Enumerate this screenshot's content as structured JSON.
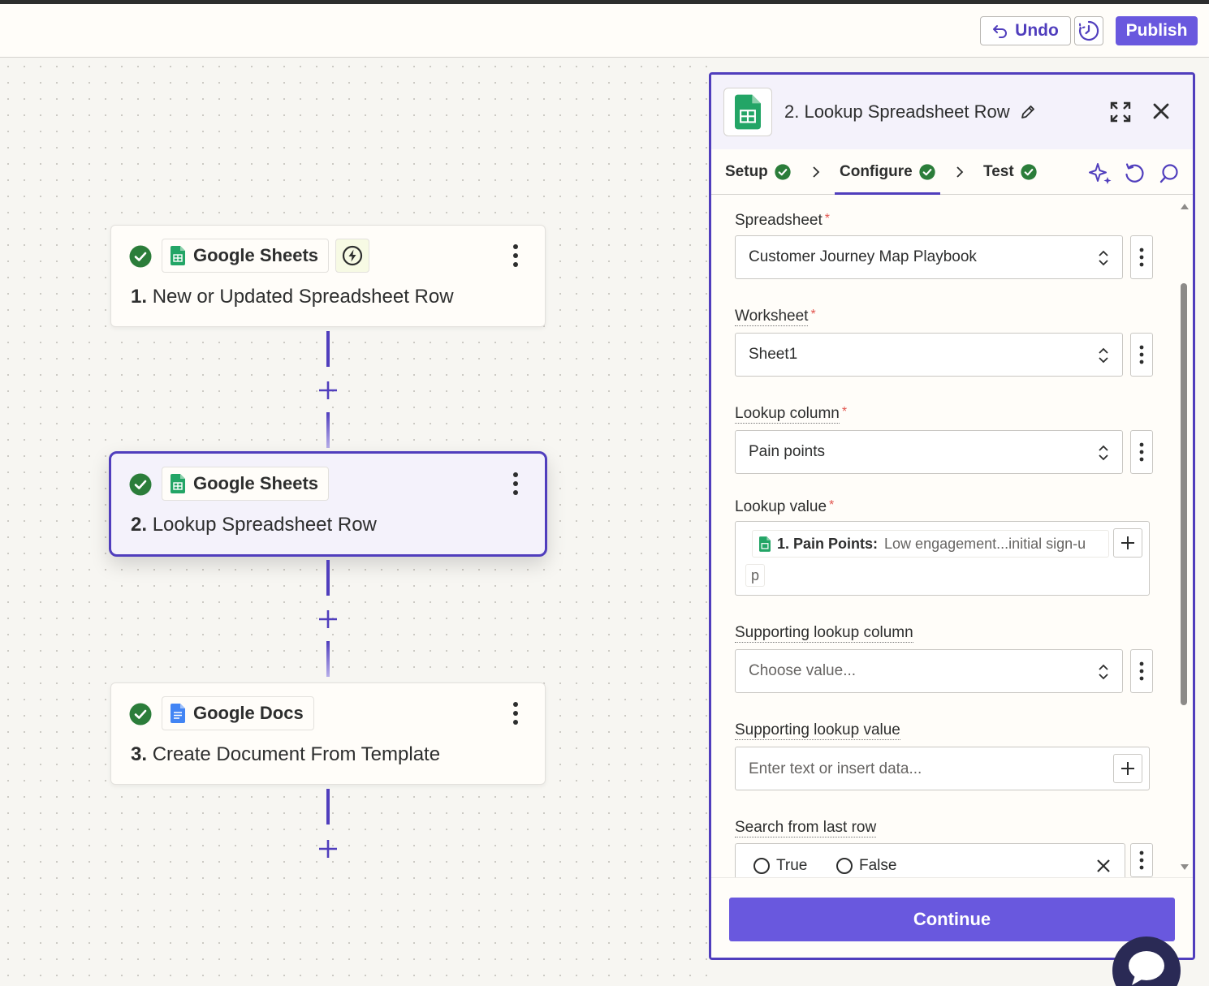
{
  "colors": {
    "brand": "#503ebd",
    "publish": "#6958de",
    "check": "#2b7d3a",
    "sheets": "#23a566",
    "docs": "#4285f4",
    "required": "#e2544e"
  },
  "topbar": {
    "undo_label": "Undo",
    "history_icon": "history-clock-icon",
    "publish_label": "Publish"
  },
  "steps": [
    {
      "app": "Google Sheets",
      "num": "1.",
      "title": "New or Updated Spreadsheet Row",
      "trigger_icon": "bolt-icon",
      "status": "complete"
    },
    {
      "app": "Google Sheets",
      "num": "2.",
      "title": "Lookup Spreadsheet Row",
      "status": "complete",
      "selected": true
    },
    {
      "app": "Google Docs",
      "num": "3.",
      "title": "Create Document From Template",
      "status": "complete"
    }
  ],
  "panel": {
    "title": "2. Lookup Spreadsheet Row",
    "tabs": [
      {
        "label": "Setup",
        "status": "complete"
      },
      {
        "label": "Configure",
        "status": "complete",
        "active": true
      },
      {
        "label": "Test",
        "status": "complete"
      }
    ],
    "tools": [
      "sparkle-ai-icon",
      "refresh-icon",
      "search-icon"
    ],
    "fields": {
      "spreadsheet": {
        "label": "Spreadsheet",
        "required": "*",
        "value": "Customer Journey Map Playbook"
      },
      "worksheet": {
        "label": "Worksheet",
        "required": "*",
        "value": "Sheet1"
      },
      "lookup_column": {
        "label": "Lookup column",
        "required": "*",
        "value": "Pain points"
      },
      "lookup_value": {
        "label": "Lookup value",
        "required": "*",
        "pill_key": "1. Pain Points:",
        "pill_value": "Low engagement...initial sign-u",
        "pill_overflow": "p"
      },
      "supporting_lookup_column": {
        "label": "Supporting lookup column",
        "placeholder": "Choose value..."
      },
      "supporting_lookup_value": {
        "label": "Supporting lookup value",
        "placeholder": "Enter text or insert data..."
      },
      "search_from_last_row": {
        "label": "Search from last row",
        "options": [
          "True",
          "False"
        ]
      }
    },
    "continue_label": "Continue"
  }
}
